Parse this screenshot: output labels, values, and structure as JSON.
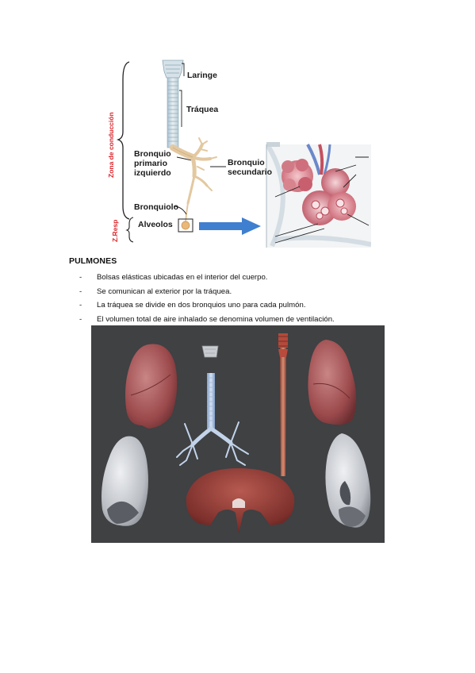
{
  "diagram": {
    "labels": {
      "laringe": "Laringe",
      "traquea": "Tráquea",
      "bronquio_primario": [
        "Bronquio",
        "primario",
        "izquierdo"
      ],
      "bronquio_secundario": [
        "Bronquio",
        "secundario"
      ],
      "bronquiolo": "Bronquiolo",
      "alveolos": "Alveolos"
    },
    "zones": {
      "conduccion": "Zona de conducción",
      "respiratoria": "Z.Resp"
    },
    "colors": {
      "zone_label": "#d9262c",
      "arrow": "#3f7fd0"
    }
  },
  "section": {
    "title": "PULMONES",
    "bullets": [
      {
        "dash": "-",
        "text": "Bolsas elásticas ubicadas en el interior del cuerpo."
      },
      {
        "dash": "-",
        "text": "Se comunican al exterior por la tráquea."
      },
      {
        "dash": "-",
        "text": "La tráquea se divide en dos bronquios uno para cada pulmón."
      },
      {
        "dash": "-",
        "text": "El volumen total de aire inhalado se denomina volumen de ventilación."
      }
    ]
  },
  "photo": {
    "background": "#3f4143"
  }
}
